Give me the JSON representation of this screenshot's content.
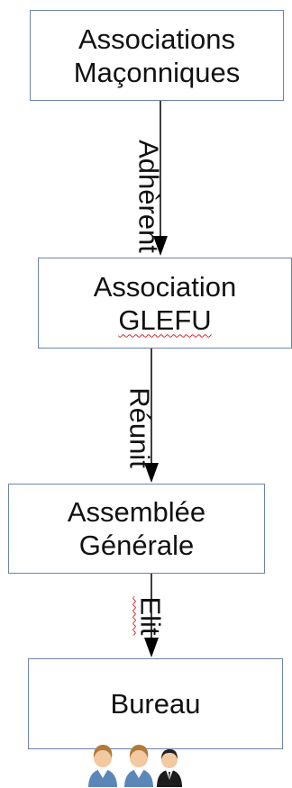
{
  "nodes": {
    "associations_maconniques": {
      "line1": "Associations",
      "line2": "Maçonniques"
    },
    "association_glefu": {
      "line1": "Association",
      "line2": "GLEFU"
    },
    "assemblee_generale": {
      "line1": "Assemblée",
      "line2": "Générale"
    },
    "bureau": {
      "line1": "Bureau"
    }
  },
  "edges": [
    {
      "from": "associations_maconniques",
      "to": "association_glefu",
      "label": "Adhèrent"
    },
    {
      "from": "association_glefu",
      "to": "assemblee_generale",
      "label": "Réunit"
    },
    {
      "from": "assemblee_generale",
      "to": "bureau",
      "label": "Elit"
    }
  ],
  "colors": {
    "box_border": "#6c84ac",
    "text": "#111111",
    "arrow": "#000000",
    "spellcheck_underline": "#d42a2a"
  },
  "icons": [
    "person-female-icon",
    "person-female-icon",
    "person-male-suit-icon"
  ]
}
